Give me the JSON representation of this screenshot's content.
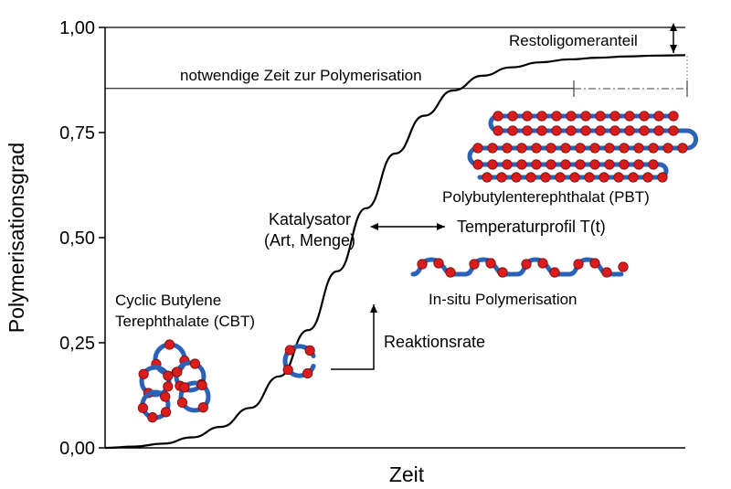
{
  "chart_data": {
    "type": "line",
    "xlabel": "Zeit",
    "ylabel": "Polymerisationsgrad",
    "ylim": [
      0,
      1
    ],
    "yticks": [
      "0,00",
      "0,25",
      "0,50",
      "0,75",
      "1,00"
    ],
    "ytick_values": [
      0,
      0.25,
      0.5,
      0.75,
      1.0
    ],
    "series": [
      {
        "x": [
          0,
          0.05,
          0.1,
          0.15,
          0.2,
          0.25,
          0.3,
          0.35,
          0.4,
          0.45,
          0.5,
          0.55,
          0.6,
          0.65,
          0.7,
          0.75,
          0.8,
          0.85,
          0.9,
          0.95,
          1.0
        ],
        "values": [
          0.0,
          0.003,
          0.01,
          0.025,
          0.05,
          0.095,
          0.17,
          0.28,
          0.42,
          0.57,
          0.7,
          0.79,
          0.85,
          0.885,
          0.905,
          0.917,
          0.924,
          0.928,
          0.931,
          0.933,
          0.934
        ]
      }
    ],
    "reference_lines": {
      "top": 1.0,
      "plateau": 0.934,
      "polymerisation_time": 0.855
    },
    "annotations": {
      "restoligomer": "Restoligomeranteil",
      "polytime": "notwendige Zeit zur Polymerisation",
      "pbt": "Polybutylenterephthalat (PBT)",
      "katalysator_1": "Katalysator",
      "katalysator_2": "(Art, Menge)",
      "temperatur": "Temperaturprofil T(t)",
      "insitu": "In-situ Polymerisation",
      "cbt_1": "Cyclic Butylene",
      "cbt_2": "Terephthalate (CBT)",
      "reaktionsrate": "Reaktionsrate"
    }
  },
  "colors": {
    "chain": "#2a62b8",
    "bead": "#d91c1c",
    "line": "#000000"
  }
}
